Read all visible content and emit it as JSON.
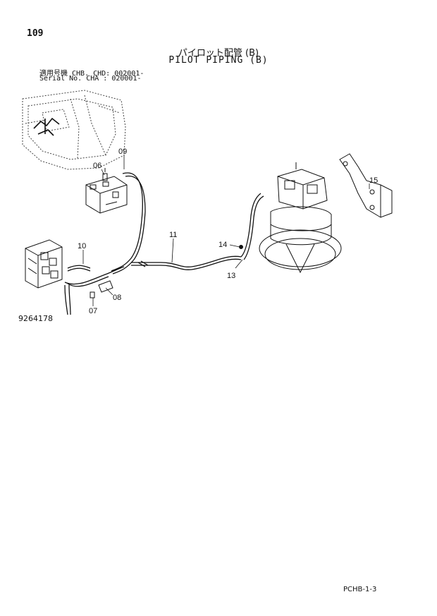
{
  "header": {
    "page_number": "109",
    "title_jp": "パイロット配管 (B)",
    "title_en": "PILOT PIPING (B)",
    "serial_line_1": "適用号機 CHB. CHD: 002001-",
    "serial_line_2": "Serial No. CHA    : 020001-"
  },
  "callouts": {
    "c06": "06",
    "c07": "07",
    "c08": "08",
    "c09": "09",
    "c10": "10",
    "c11": "11",
    "c13": "13",
    "c14": "14",
    "c15": "15"
  },
  "footer": {
    "figure_number": "9264178",
    "page_code": "PCHB-1-3"
  }
}
